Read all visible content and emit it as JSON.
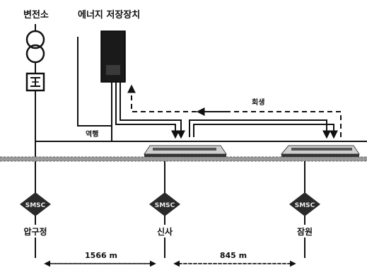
{
  "labels": {
    "substation": "변전소",
    "energy_storage": "에너지 저장장치",
    "discharge": "역행",
    "regen": "회생"
  },
  "stations": [
    {
      "name": "압구정",
      "icon_text": "SMSC"
    },
    {
      "name": "신사",
      "icon_text": "SMSC"
    },
    {
      "name": "잠원",
      "icon_text": "SMSC"
    }
  ],
  "distances": [
    {
      "label": "1566 m"
    },
    {
      "label": "845 m"
    }
  ],
  "colors": {
    "ink": "#111111",
    "storage_fill": "#1a1a1a",
    "track": "#8a8a8a",
    "icon_fill": "#2a2a2a"
  }
}
